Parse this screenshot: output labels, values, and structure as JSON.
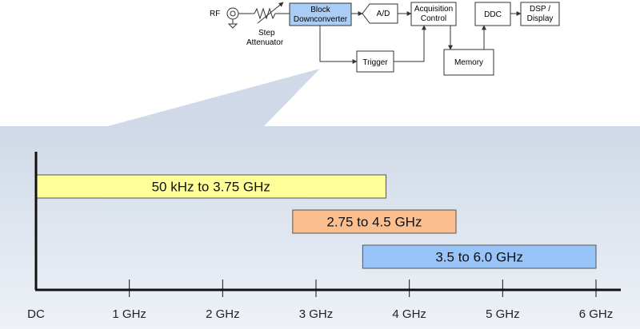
{
  "block_diagram": {
    "rf_label": "RF",
    "attenuator_label": [
      "Step",
      "Attenuator"
    ],
    "blocks": {
      "downconverter": [
        "Block",
        "Downconverter"
      ],
      "ad": "A/D",
      "acquisition": [
        "Acquisition",
        "Control"
      ],
      "ddc": "DDC",
      "dsp": [
        "DSP /",
        "Display"
      ],
      "trigger": "Trigger",
      "memory": "Memory"
    }
  },
  "chart_data": {
    "type": "range-bar",
    "x_ticks": [
      "DC",
      "1 GHz",
      "2 GHz",
      "3 GHz",
      "4 GHz",
      "5 GHz",
      "6 GHz"
    ],
    "xlim": [
      0,
      6
    ],
    "bands": [
      {
        "label": "50 kHz to 3.75 GHz",
        "start": 5e-05,
        "end": 3.75,
        "color": "#ffff99"
      },
      {
        "label": "2.75 to 4.5 GHz",
        "start": 2.75,
        "end": 4.5,
        "color": "#fbbf8f"
      },
      {
        "label": "3.5 to 6.0 GHz",
        "start": 3.5,
        "end": 6.0,
        "color": "#99c4f8"
      }
    ]
  },
  "colors": {
    "panel_top": "#cfd9e7",
    "panel_bottom": "#eef2f7",
    "downconverter_fill": "#a9cdf5"
  }
}
